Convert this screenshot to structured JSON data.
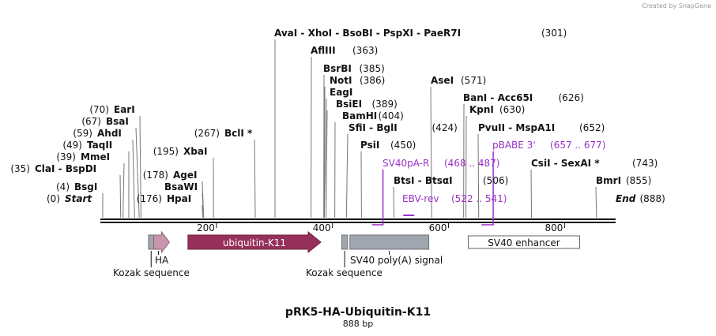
{
  "credit": "Created by SnapGene",
  "title": "pRK5-HA-Ubiquitin-K11",
  "length_label": "888 bp",
  "sites": [
    {
      "name": "Start",
      "num": "(0)",
      "pos": 0,
      "italic": true
    },
    {
      "name": "BsgI",
      "num": "(4)",
      "pos": 4
    },
    {
      "name": "ClaI  -  BspDI",
      "num": "(35)",
      "pos": 35
    },
    {
      "name": "MmeI",
      "num": "(39)",
      "pos": 39
    },
    {
      "name": "TaqII",
      "num": "(49)",
      "pos": 49
    },
    {
      "name": "AhdI",
      "num": "(59)",
      "pos": 59
    },
    {
      "name": "BsaI",
      "num": "(67)",
      "pos": 67
    },
    {
      "name": "EarI",
      "num": "(70)",
      "pos": 70
    },
    {
      "name": "HpaI",
      "num": "(176)",
      "pos": 176
    },
    {
      "name": "BsaWI",
      "num": "",
      "pos": 178
    },
    {
      "name": "AgeI",
      "num": "(178)",
      "pos": 178
    },
    {
      "name": "XbaI",
      "num": "(195)",
      "pos": 195
    },
    {
      "name": "BclI *",
      "num": "(267)",
      "pos": 267
    },
    {
      "name": "AvaI  -  XhoI  -  BsoBI  -  PspXI  -  PaeR7I",
      "num": "(301)",
      "pos": 301
    },
    {
      "name": "AflIII",
      "num": "(363)",
      "pos": 363
    },
    {
      "name": "BsrBI",
      "num": "(385)",
      "pos": 385
    },
    {
      "name": "NotI",
      "num": "(386)",
      "pos": 386
    },
    {
      "name": "EagI",
      "num": "",
      "pos": 386
    },
    {
      "name": "BsiEI",
      "num": "(389)",
      "pos": 389
    },
    {
      "name": "BamHI",
      "num": "(404)",
      "pos": 404
    },
    {
      "name": "SfiI  -  BglI",
      "num": "(424)",
      "pos": 424
    },
    {
      "name": "PsiI",
      "num": "(450)",
      "pos": 450
    },
    {
      "name": "BtsI  -  BtsαI",
      "num": "(506)",
      "pos": 506
    },
    {
      "name": "AseI",
      "num": "(571)",
      "pos": 571
    },
    {
      "name": "BanI  -  Acc65I",
      "num": "(626)",
      "pos": 626
    },
    {
      "name": "KpnI",
      "num": "(630)",
      "pos": 630
    },
    {
      "name": "PvuII  -  MspA1I",
      "num": "(652)",
      "pos": 652
    },
    {
      "name": "CsiI  -  SexAI *",
      "num": "(743)",
      "pos": 743
    },
    {
      "name": "BmrI",
      "num": "(855)",
      "pos": 855
    },
    {
      "name": "End",
      "num": "(888)",
      "pos": 888,
      "italic": true
    }
  ],
  "primers": [
    {
      "name": "SV40pA-R",
      "range": "(468 .. 487)",
      "start": 468,
      "end": 487
    },
    {
      "name": "EBV-rev",
      "range": "(522 .. 541)",
      "start": 522,
      "end": 541
    },
    {
      "name": "pBABE 3'",
      "range": "(657 .. 677)",
      "start": 657,
      "end": 677
    }
  ],
  "ticks": [
    "200",
    "400",
    "600",
    "800"
  ],
  "features": [
    {
      "name": "Kozak sequence",
      "start": 83,
      "end": 92,
      "kind": "box"
    },
    {
      "name": "HA",
      "start": 92,
      "end": 119,
      "kind": "arrow"
    },
    {
      "name": "ubiquitin-K11",
      "start": 151,
      "end": 380,
      "kind": "arrow"
    },
    {
      "name": "Kozak sequence",
      "start": 416,
      "end": 426,
      "kind": "box"
    },
    {
      "name": "SV40 poly(A) signal",
      "start": 430,
      "end": 566,
      "kind": "box"
    },
    {
      "name": "SV40 enhancer",
      "start": 634,
      "end": 826,
      "kind": "outline"
    }
  ],
  "colors": {
    "backbone": "#111111",
    "primer": "#9b30c8",
    "ubiquitin": "#96305a",
    "ha": "#c897ae",
    "grey": "#a0a6ad",
    "outline": "#666666"
  }
}
